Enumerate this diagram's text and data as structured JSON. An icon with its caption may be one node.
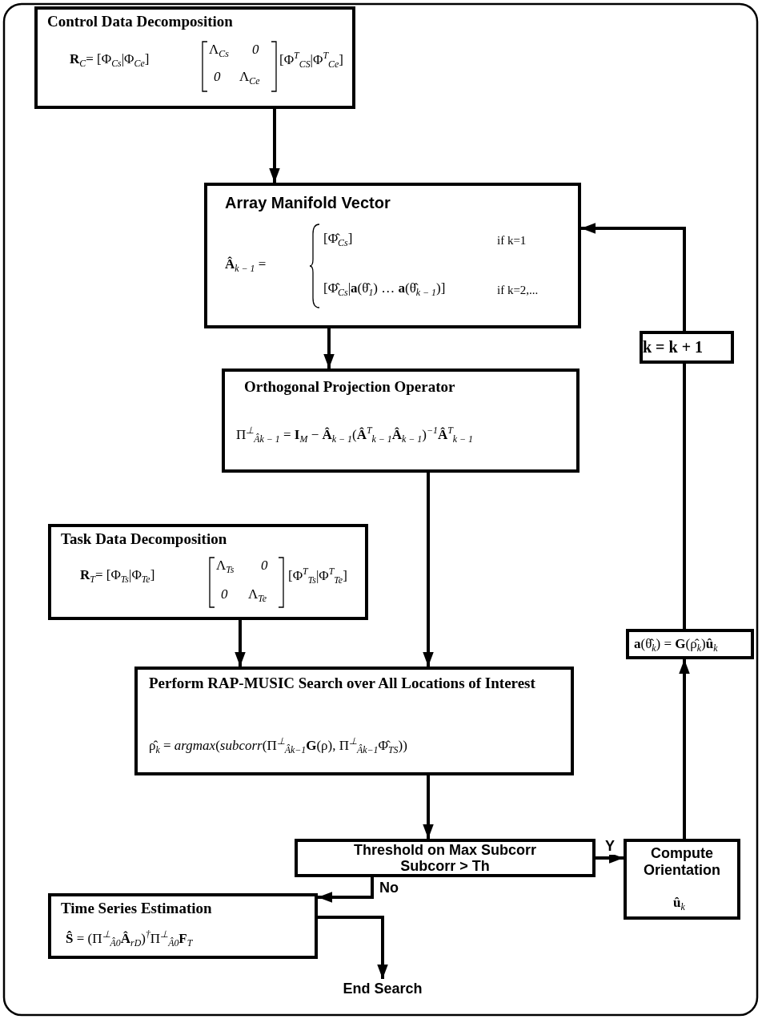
{
  "diagram": {
    "nodes": [
      {
        "text": [
          "Control Data Decomposition",
          "**R**$_{C}$= [Φ$_{Cs}$|Φ$_{Ce}$]",
          "Λ$_{Cs}$",
          "*0*",
          "*0*",
          "Λ$_{Ce}$",
          "[Φ$^{T}$$_{CS}$|Φ$^{T}$$_{Ce}$]"
        ]
      },
      {
        "text": [
          "Array Manifold Vector",
          "**Â**$_{k − 1}$ =",
          "[Φ̂$_{Cs}$]",
          "if k=1",
          "[Φ̂$_{Cs}$|**a**(θ̂$_{1}$) … **a**(θ̂$_{k − 1}$)]",
          "if k=2,..."
        ]
      },
      {
        "text": [
          "Orthogonal Projection Operator",
          "Π$^{⊥}$$_{Âk − 1}$ = **I**$_{M}$ − **Â**$_{k − 1}$(**Â**$^{T}$$_{k − 1}$**Â**$_{k − 1}$)$^{−1}$**Â**$^{T}$$_{k − 1}$"
        ]
      },
      {
        "text": [
          "k = k + 1"
        ]
      },
      {
        "text": [
          "Task Data Decomposition",
          "**R**$_{T}$= [Φ$_{Ts}$|Φ$_{Te}$]",
          "Λ$_{Ts}$",
          "*0*",
          "*0*",
          "Λ$_{Te}$",
          "[Φ$^{T}$$_{Ts}$|Φ$^{T}$$_{Te}$]"
        ]
      },
      {
        "text": [
          "Perform RAP-MUSIC Search over All Locations of Interest",
          "ρ̂$_{k}$ = *argmax*(*subcorr*(Π$^{⊥}$$_{Âk−1}$**G**(ρ), Π$^{⊥}$$_{Âk−1}$Φ̂$_{TS}$))"
        ]
      },
      {
        "text": [
          "**a**(θ̂$_{k}$) = **G**(ρ̂$_{k}$)**û**$_{k}$"
        ]
      },
      {
        "text": [
          "Threshold on Max Subcorr",
          "Subcorr > Th"
        ]
      },
      {
        "text": [
          "Compute Orientation",
          "**û**$_{k}$"
        ]
      },
      {
        "text": [
          "Time Series Estimation",
          "**Ŝ** = (Π$^{⊥}$$_{Â0}$**Â**$_{rD}$)$^{†}$Π$^{⊥}$$_{Â0}$**F**$_{T}$"
        ]
      },
      {
        "text": [
          "End Search"
        ]
      }
    ],
    "edges": [
      {
        "from": 0,
        "to": 1,
        "arrow": "to"
      },
      {
        "from": 1,
        "to": 2,
        "arrow": "to"
      },
      {
        "from": 2,
        "to": 5,
        "arrow": "to"
      },
      {
        "from": 4,
        "to": 5,
        "arrow": "to"
      },
      {
        "from": 5,
        "to": 7,
        "arrow": "to"
      },
      {
        "from": 7,
        "to": 8,
        "arrow": "to",
        "label": "Y"
      },
      {
        "from": 8,
        "to": 6,
        "arrow": "to"
      },
      {
        "from": 6,
        "to": 3,
        "arrow": "none"
      },
      {
        "from": 3,
        "to": 1,
        "arrow": "to"
      },
      {
        "from": 7,
        "to": 9,
        "arrow": "to",
        "label": "No"
      },
      {
        "from": 9,
        "to": 10,
        "arrow": "to"
      }
    ]
  }
}
